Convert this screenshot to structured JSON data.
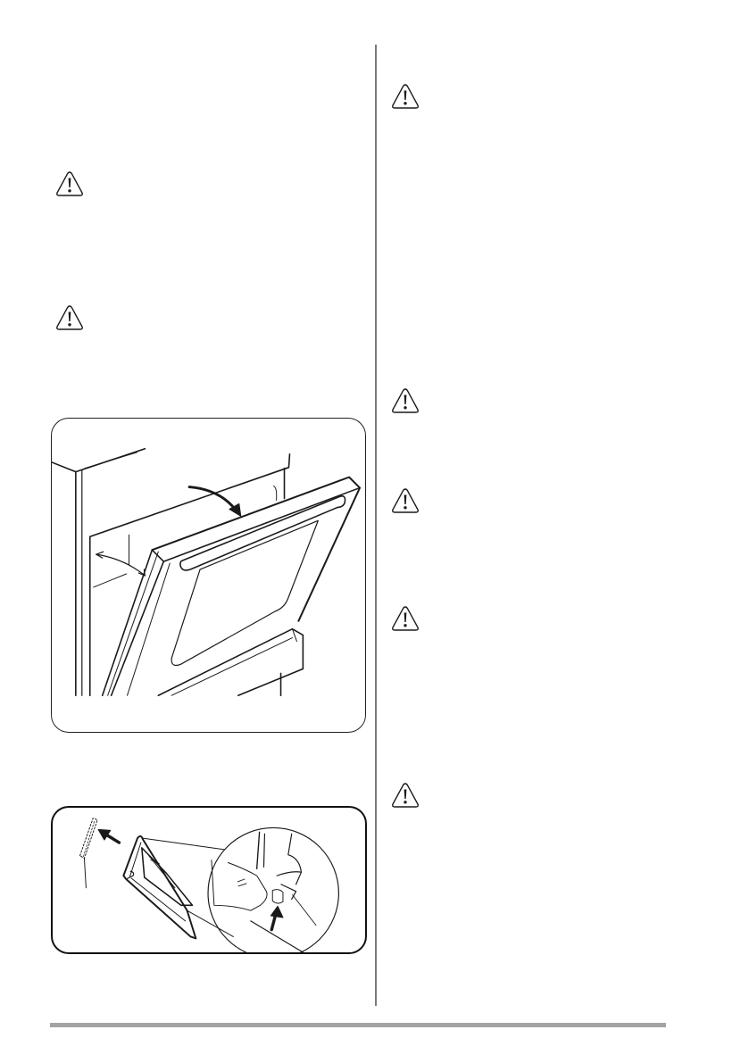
{
  "page": {
    "type": "appliance-manual-page",
    "layout": "two-column",
    "colors": {
      "divider": "#7a7a7a",
      "footer_bar": "#a3a3a3",
      "line_art": "#1a1a1a"
    }
  },
  "left_column": {
    "warnings": [
      {
        "icon": "warning-triangle-icon",
        "label": "Warning"
      },
      {
        "icon": "warning-triangle-icon",
        "label": "Warning"
      }
    ],
    "figures": [
      {
        "label": "Oven door being closed onto hinges (illustration)",
        "icon": "oven-door-hinge-illustration"
      },
      {
        "label": "Removing inner door glass panel (illustration)",
        "icon": "door-glass-removal-illustration"
      }
    ]
  },
  "right_column": {
    "warnings": [
      {
        "icon": "warning-triangle-icon",
        "label": "Warning"
      },
      {
        "icon": "warning-triangle-icon",
        "label": "Warning"
      },
      {
        "icon": "warning-triangle-icon",
        "label": "Warning"
      },
      {
        "icon": "warning-triangle-icon",
        "label": "Warning"
      },
      {
        "icon": "warning-triangle-icon",
        "label": "Warning"
      }
    ]
  }
}
